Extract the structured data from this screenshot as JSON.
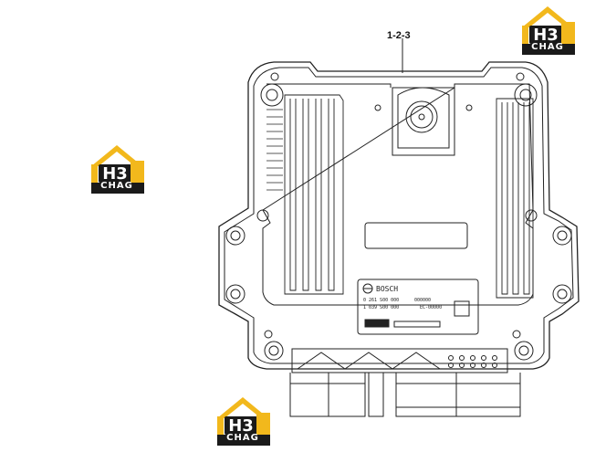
{
  "callout": {
    "part_number": "1-2-3"
  },
  "logo": {
    "letters": "H3",
    "brand": "CHAG"
  },
  "label_plate": {
    "brand": "BOSCH",
    "line1": "0 261 S00 000",
    "line2": "1 039 S00 000",
    "line3": "000000",
    "line4": "EC-00000"
  },
  "colors": {
    "logo_yellow": "#f2b81c",
    "logo_dark": "#1a1a1a",
    "line": "#222222"
  }
}
